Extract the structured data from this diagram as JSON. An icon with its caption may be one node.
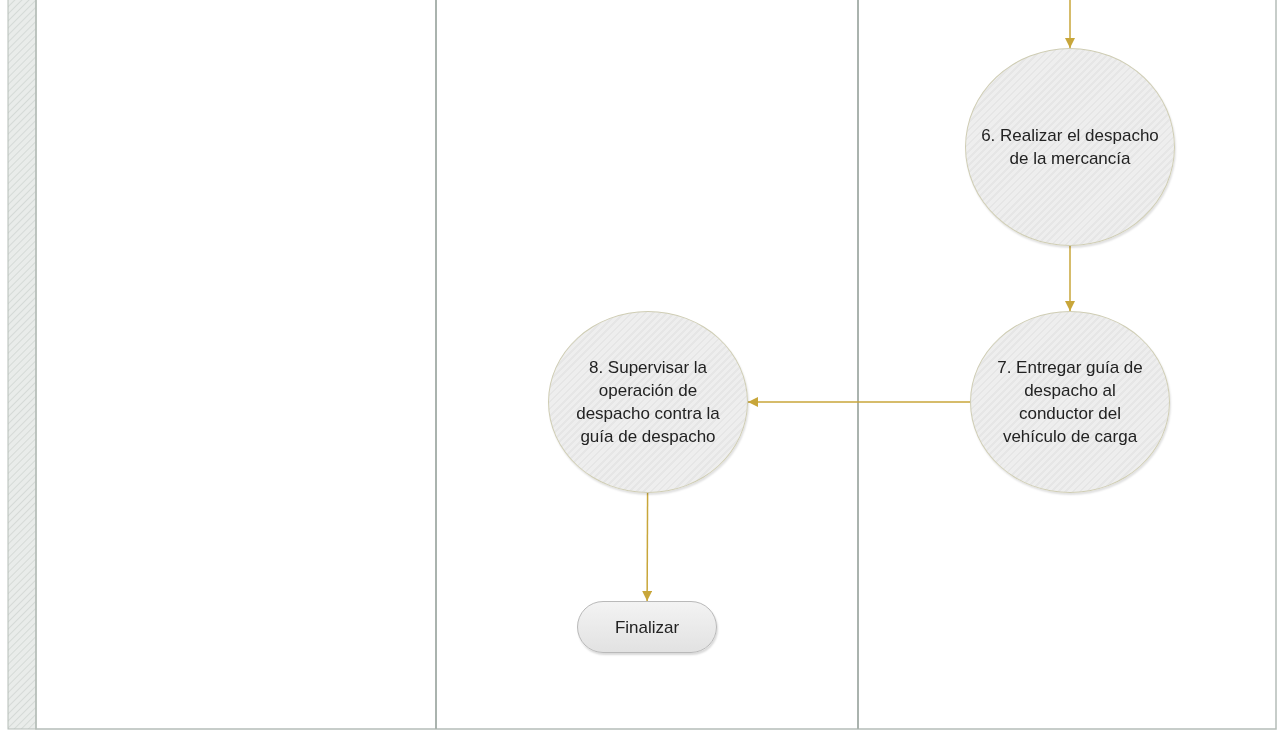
{
  "diagram": {
    "nodes": [
      {
        "text": [
          "6. Realizar el despacho de la mercancía"
        ]
      },
      {
        "text": [
          "7. Entregar guía de despacho al conductor del vehículo de carga"
        ]
      },
      {
        "text": [
          "8. Supervisar la operación de despacho contra la guía de despacho"
        ]
      },
      {
        "text": [
          "Finalizar"
        ]
      }
    ],
    "edges": [
      {
        "from": null,
        "to": 0,
        "arrow": "to"
      },
      {
        "from": 0,
        "to": 1,
        "arrow": "to"
      },
      {
        "from": 1,
        "to": 2,
        "arrow": "to"
      },
      {
        "from": 2,
        "to": 3,
        "arrow": "to"
      }
    ]
  }
}
